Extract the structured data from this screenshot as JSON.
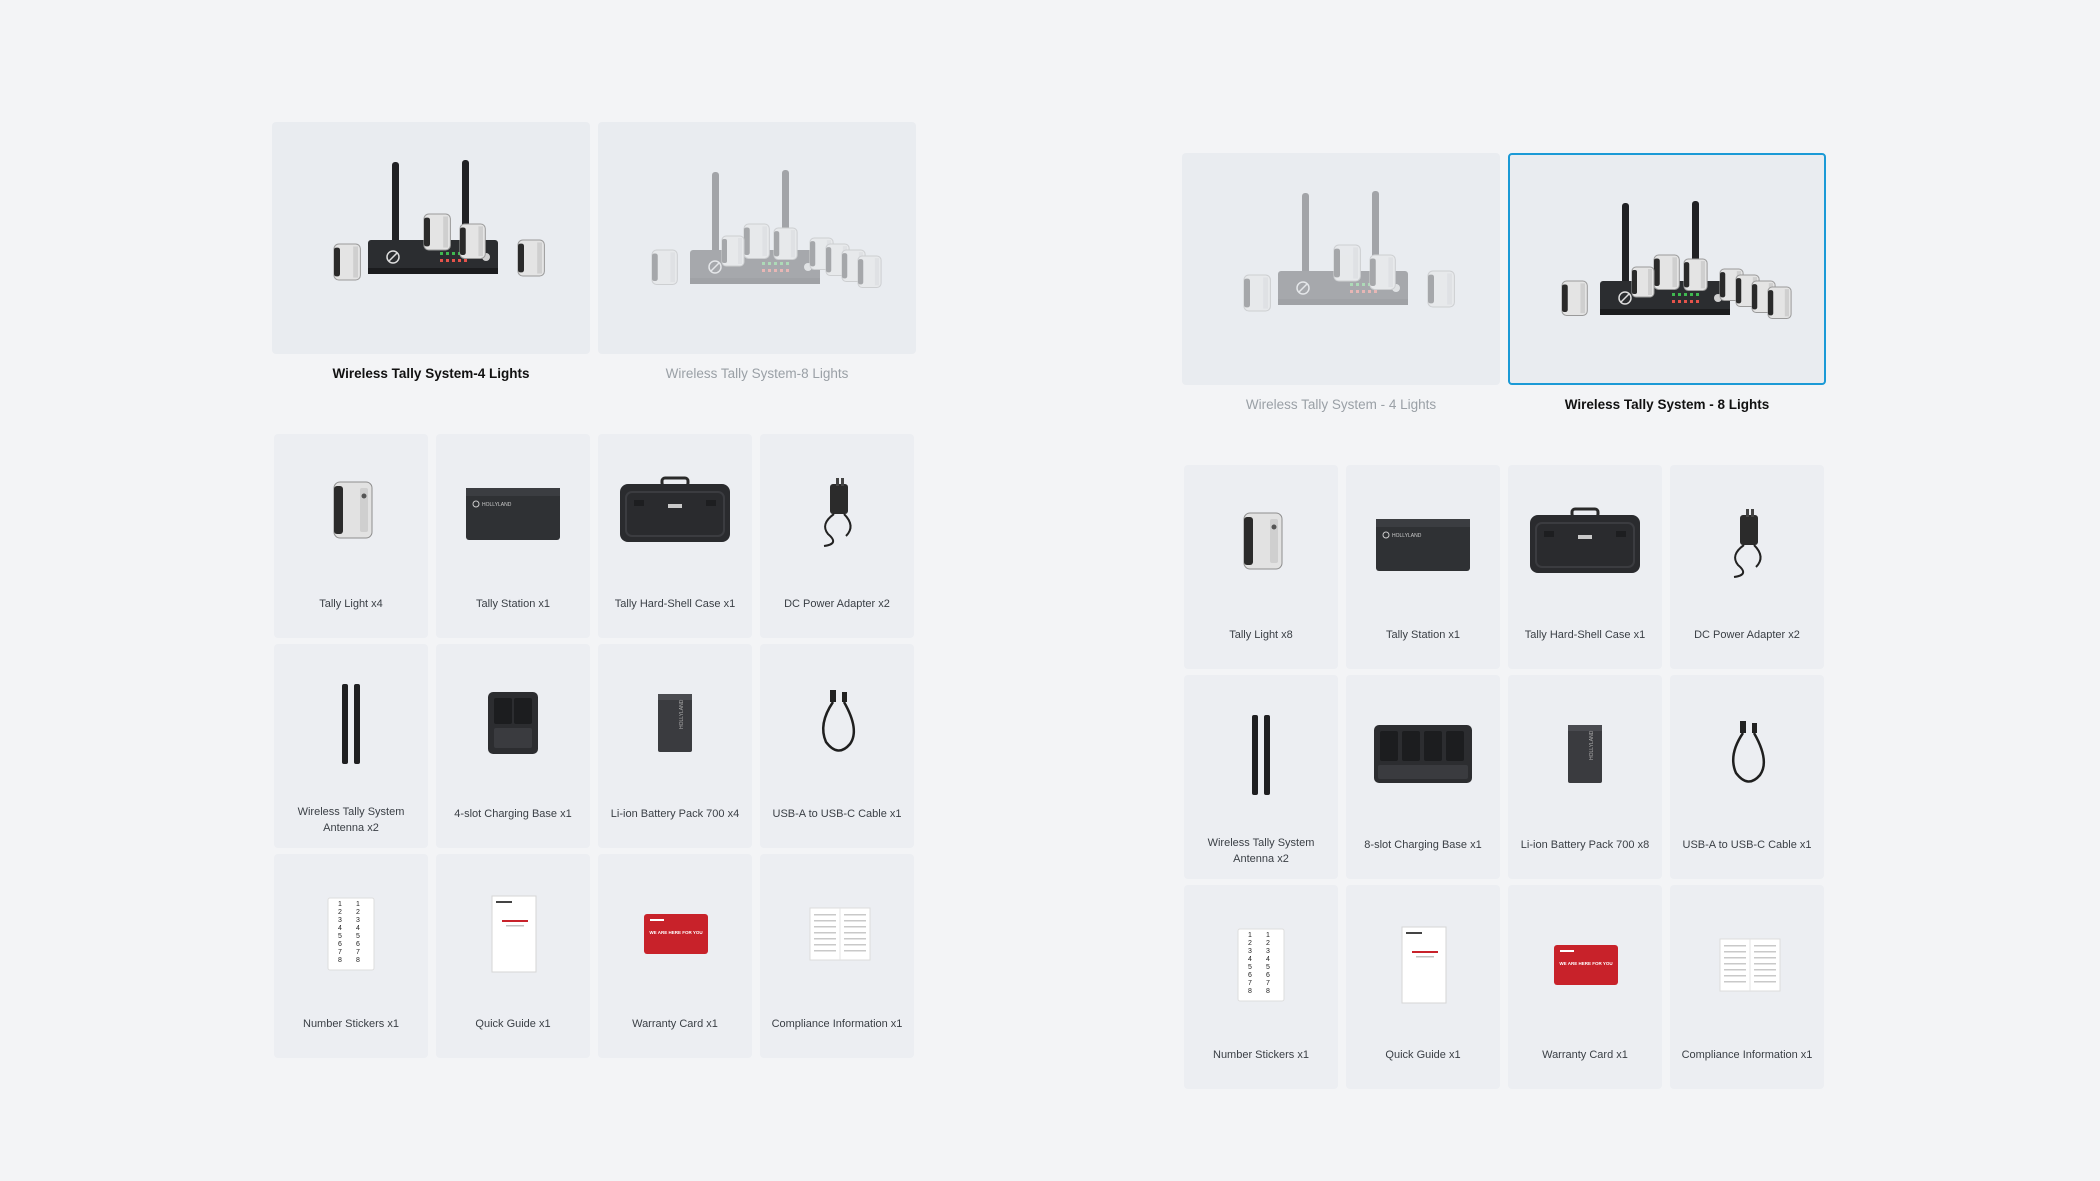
{
  "configs": [
    {
      "variants": [
        {
          "label": "Wireless Tally System-4 Lights",
          "selected": true,
          "lights": 4
        },
        {
          "label": "Wireless Tally System-8 Lights",
          "selected": false,
          "lights": 8
        }
      ],
      "items": [
        {
          "label": "Tally Light x4",
          "icon": "tally-light-icon"
        },
        {
          "label": "Tally Station x1",
          "icon": "tally-station-icon"
        },
        {
          "label": "Tally Hard-Shell Case x1",
          "icon": "hard-shell-case-icon"
        },
        {
          "label": "DC Power Adapter x2",
          "icon": "power-adapter-icon"
        },
        {
          "label": "Wireless Tally System Antenna x2",
          "icon": "antenna-icon"
        },
        {
          "label": "4-slot Charging Base x1",
          "icon": "charging-base-icon"
        },
        {
          "label": "Li-ion Battery Pack 700 x4",
          "icon": "battery-pack-icon"
        },
        {
          "label": "USB-A to USB-C Cable x1",
          "icon": "usb-cable-icon"
        },
        {
          "label": "Number Stickers x1",
          "icon": "number-stickers-icon"
        },
        {
          "label": "Quick Guide x1",
          "icon": "quick-guide-icon"
        },
        {
          "label": "Warranty Card x1",
          "icon": "warranty-card-icon"
        },
        {
          "label": "Compliance Information x1",
          "icon": "compliance-info-icon"
        }
      ]
    },
    {
      "variants": [
        {
          "label": "Wireless Tally System - 4 Lights",
          "selected": false,
          "lights": 4
        },
        {
          "label": "Wireless Tally System - 8 Lights",
          "selected": true,
          "lights": 8
        }
      ],
      "items": [
        {
          "label": "Tally Light x8",
          "icon": "tally-light-icon"
        },
        {
          "label": "Tally Station x1",
          "icon": "tally-station-icon"
        },
        {
          "label": "Tally Hard-Shell Case x1",
          "icon": "hard-shell-case-icon"
        },
        {
          "label": "DC Power Adapter x2",
          "icon": "power-adapter-icon"
        },
        {
          "label": "Wireless Tally System Antenna x2",
          "icon": "antenna-icon"
        },
        {
          "label": "8-slot Charging Base x1",
          "icon": "charging-base-icon"
        },
        {
          "label": "Li-ion Battery Pack 700 x8",
          "icon": "battery-pack-icon"
        },
        {
          "label": "USB-A to USB-C Cable x1",
          "icon": "usb-cable-icon"
        },
        {
          "label": "Number Stickers x1",
          "icon": "number-stickers-icon"
        },
        {
          "label": "Quick Guide x1",
          "icon": "quick-guide-icon"
        },
        {
          "label": "Warranty Card x1",
          "icon": "warranty-card-icon"
        },
        {
          "label": "Compliance Information x1",
          "icon": "compliance-info-icon"
        }
      ]
    }
  ],
  "colors": {
    "accent": "#1b9ad6",
    "card": "#eceef2",
    "warranty_red": "#c8222a"
  },
  "icons": {
    "station_brand": "HOLLYLAND",
    "warranty_text": "WE ARE HERE FOR YOU"
  }
}
